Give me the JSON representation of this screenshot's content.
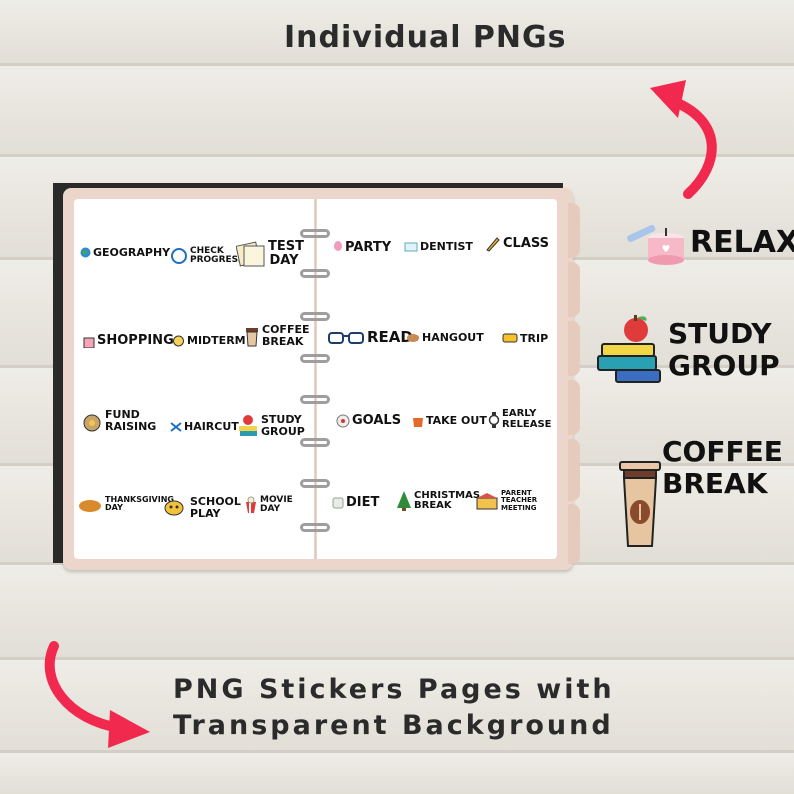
{
  "header": {
    "title": "Individual PNGs"
  },
  "footer": {
    "line1": "PNG Stickers Pages with",
    "line2": "Transparent Background"
  },
  "planner": {
    "left_page": [
      {
        "label": "GEOGRAPHY",
        "icon": "globe-icon"
      },
      {
        "label": "CHECK PROGRESS",
        "icon": "progress-circle-icon"
      },
      {
        "label": "TEST DAY",
        "icon": "test-paper-icon"
      },
      {
        "label": "SHOPPING",
        "icon": "shopping-bag-icon"
      },
      {
        "label": "MIDTERM",
        "icon": "alarm-clock-icon"
      },
      {
        "label": "COFFEE BREAK",
        "icon": "coffee-cup-icon"
      },
      {
        "label": "FUND RAISING",
        "icon": "money-bag-icon"
      },
      {
        "label": "HAIRCUT",
        "icon": "scissors-icon"
      },
      {
        "label": "STUDY GROUP",
        "icon": "books-apple-icon"
      },
      {
        "label": "THANKSGIVING DAY",
        "icon": "turkey-icon"
      },
      {
        "label": "SCHOOL PLAY",
        "icon": "theater-icon"
      },
      {
        "label": "MOVIE DAY",
        "icon": "popcorn-icon"
      }
    ],
    "right_page": [
      {
        "label": "PARTY",
        "icon": "balloon-icon"
      },
      {
        "label": "DENTIST",
        "icon": "tooth-icon"
      },
      {
        "label": "CLASS",
        "icon": "pencil-icon"
      },
      {
        "label": "READ",
        "icon": "glasses-icon"
      },
      {
        "label": "HANGOUT",
        "icon": "hand-icon"
      },
      {
        "label": "TRIP",
        "icon": "bus-icon"
      },
      {
        "label": "GOALS",
        "icon": "target-icon"
      },
      {
        "label": "TAKE OUT",
        "icon": "takeout-bag-icon"
      },
      {
        "label": "EARLY RELEASE",
        "icon": "watch-icon"
      },
      {
        "label": "DIET",
        "icon": "scale-icon"
      },
      {
        "label": "CHRISTMAS BREAK",
        "icon": "christmas-tree-icon"
      },
      {
        "label": "PARENT TEACHER MEETING",
        "icon": "school-building-icon"
      }
    ]
  },
  "showcase": [
    {
      "label": "RELAX",
      "icon": "candle-icon"
    },
    {
      "label": "STUDY GROUP",
      "icon": "books-apple-icon"
    },
    {
      "label": "COFFEE BREAK",
      "icon": "coffee-cup-icon"
    }
  ],
  "colors": {
    "arrow": "#f2294f",
    "cover": "#ecd6cb",
    "text": "#2b2b2b"
  }
}
